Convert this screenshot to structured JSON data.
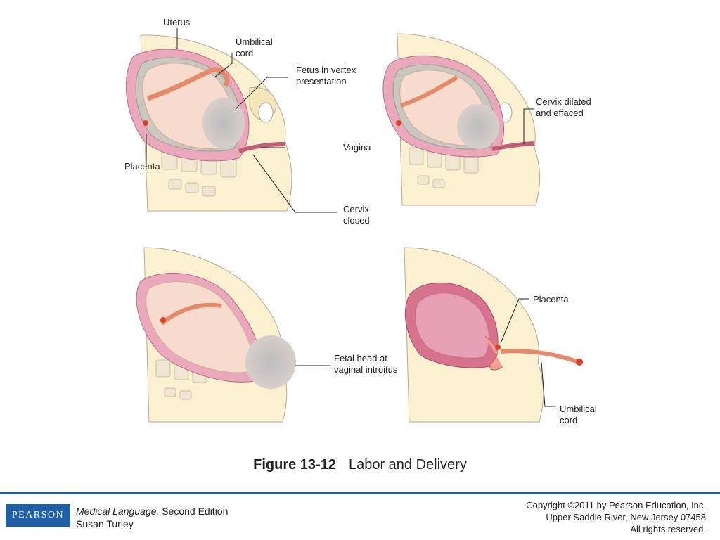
{
  "diagram": {
    "panels": [
      {
        "id": "panel-1",
        "labels": {
          "uterus": "Uterus",
          "umbilical_cord": "Umbilical\ncord",
          "fetus": "Fetus in vertex\npresentation",
          "vagina": "Vagina",
          "placenta": "Placenta",
          "cervix": "Cervix\nclosed"
        }
      },
      {
        "id": "panel-2",
        "labels": {
          "cervix": "Cervix dilated\nand effaced"
        }
      },
      {
        "id": "panel-3",
        "labels": {
          "head": "Fetal head at\nvaginal introitus"
        }
      },
      {
        "id": "panel-4",
        "labels": {
          "placenta": "Placenta",
          "umbilical_cord": "Umbilical\ncord"
        }
      }
    ]
  },
  "caption": {
    "number": "Figure 13-12",
    "title": "Labor and Delivery"
  },
  "footer": {
    "logo": "PEARSON",
    "book_title": "Medical Language,",
    "book_edition": "Second Edition",
    "author": "Susan Turley",
    "copyright_1": "Copyright ©2011 by Pearson Education, Inc.",
    "copyright_2": "Upper Saddle River, New Jersey 07458",
    "copyright_3": "All rights reserved."
  },
  "colors": {
    "accent": "#1f5fa8",
    "skin": "#fbf0cf",
    "uterus": "#e6a0b4",
    "fetus": "#f7dccd"
  }
}
